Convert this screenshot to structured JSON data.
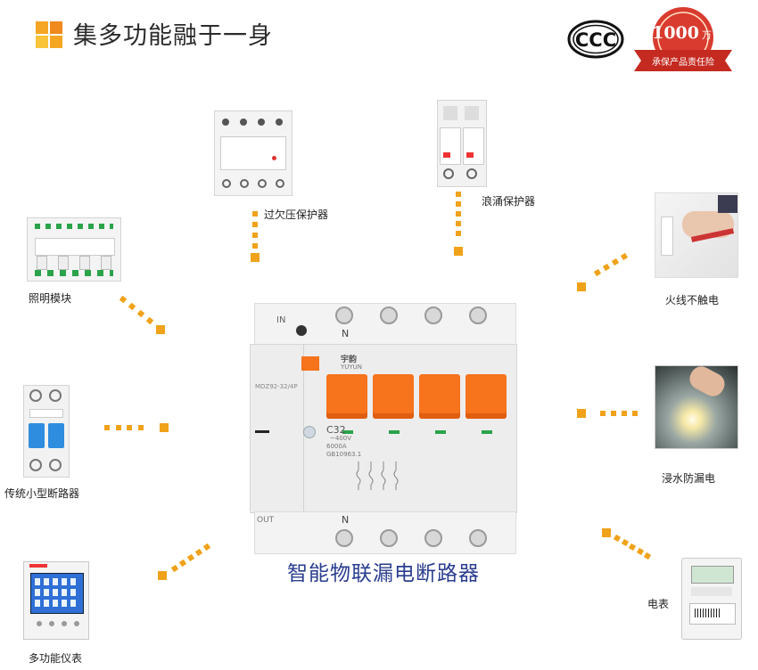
{
  "header": {
    "title": "集多功能融于一身",
    "accent_colors": [
      "#f5a623",
      "#f08a1c",
      "#f9c33a"
    ],
    "cert_icon": "ccc-cert-icon",
    "badge": {
      "amount": "1000",
      "unit": "万",
      "ribbon": "承保产品责任险"
    }
  },
  "breaker": {
    "title": "智能物联漏电断路器",
    "label_in": "IN",
    "label_out": "OUT",
    "label_n_top": "N",
    "label_n_bottom": "N",
    "model": "MDZ92-32/4P",
    "brand": "宇韵",
    "brand_sub": "YUYUN",
    "rating": "C32",
    "voltage": "~400V",
    "breaking": "6000A",
    "standard": "GB10963.1",
    "accent_color": "#f7731c"
  },
  "modules": [
    {
      "id": "overvoltage",
      "label": "过欠压保护器",
      "icon": "overvoltage-protector-icon"
    },
    {
      "id": "surge",
      "label": "浪涌保护器",
      "icon": "surge-protector-icon"
    },
    {
      "id": "lighting",
      "label": "照明模块",
      "icon": "lighting-module-icon"
    },
    {
      "id": "fireline",
      "label": "火线不触电",
      "icon": "live-wire-safe-icon"
    },
    {
      "id": "mcb",
      "label": "传统小型断路器",
      "icon": "mini-breaker-icon"
    },
    {
      "id": "water",
      "label": "浸水防漏电",
      "icon": "water-leak-icon"
    },
    {
      "id": "meter",
      "label": "电表",
      "icon": "electric-meter-icon"
    },
    {
      "id": "instrument",
      "label": "多功能仪表",
      "icon": "multifunction-meter-icon"
    }
  ],
  "colors": {
    "dot": "#f0a21a",
    "title_blue": "#2a3d8f"
  }
}
